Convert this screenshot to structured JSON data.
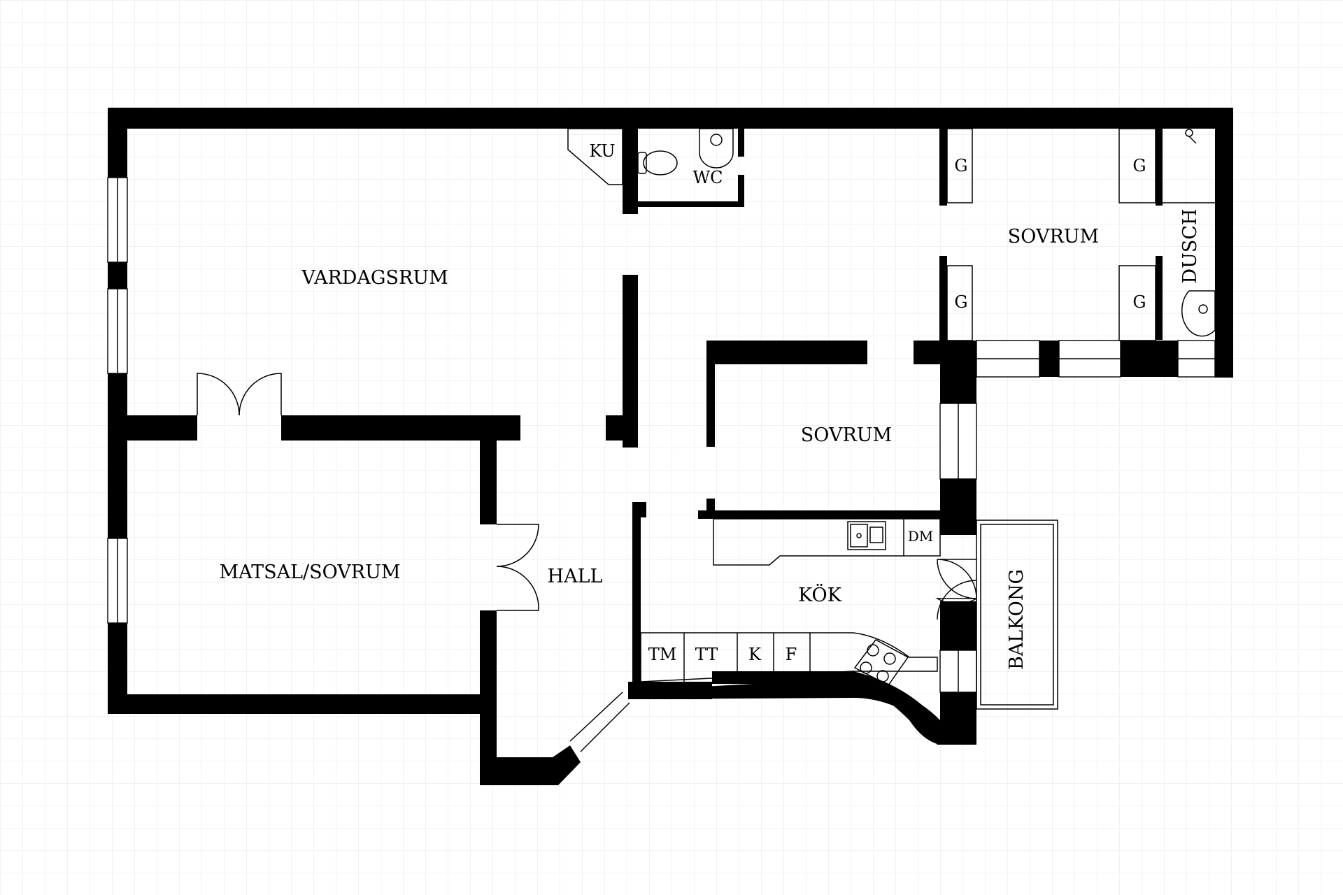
{
  "rooms": {
    "vardagsrum": "VARDAGSRUM",
    "matsal": "MATSAL/SOVRUM",
    "hall": "HALL",
    "sovrum_center": "SOVRUM",
    "sovrum_right": "SOVRUM",
    "kok": "KÖK",
    "wc": "WC",
    "dusch": "DUSCH",
    "balkong": "BALKONG"
  },
  "fixtures": {
    "ku": "KU",
    "g1": "G",
    "g2": "G",
    "g3": "G",
    "g4": "G",
    "dm": "DM",
    "tm": "TM",
    "tt": "TT",
    "k": "K",
    "f": "F"
  },
  "colors": {
    "wall": "#000000",
    "grid": "#e6e6e6",
    "background": "#ffffff"
  }
}
